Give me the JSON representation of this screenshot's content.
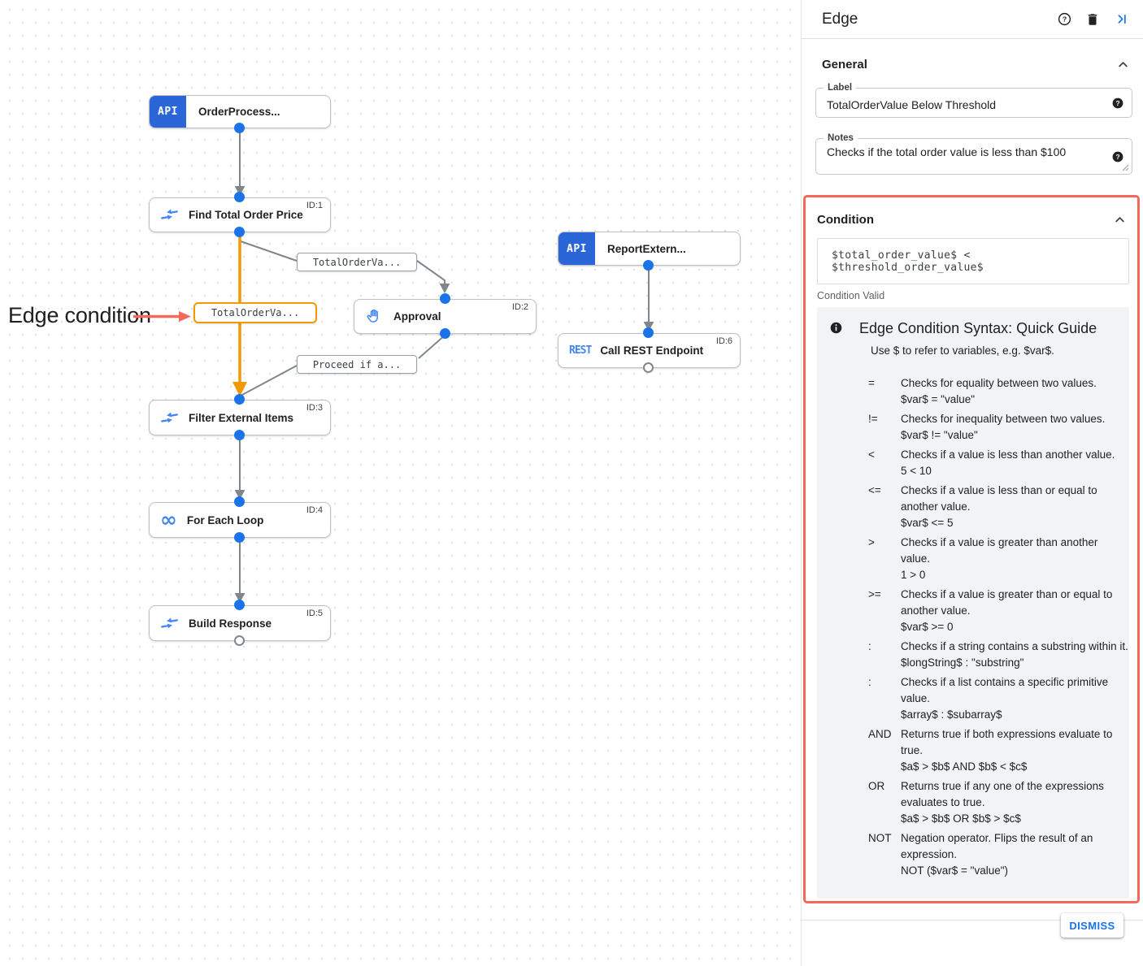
{
  "annotation": {
    "text": "Edge condition"
  },
  "canvas": {
    "nodes": [
      {
        "badge": "API",
        "label": "OrderProcess...",
        "icon": "api-badge"
      },
      {
        "label": "Find Total Order Price",
        "id": "ID:1",
        "icon": "data-mapping-icon"
      },
      {
        "badge": "API",
        "label": "ReportExtern...",
        "icon": "api-badge"
      },
      {
        "label": "Approval",
        "id": "ID:2",
        "icon": "hand-icon"
      },
      {
        "badge": "REST",
        "label": "Call REST Endpoint",
        "id": "ID:6",
        "icon": "rest-badge"
      },
      {
        "label": "Filter External Items",
        "id": "ID:3",
        "icon": "data-mapping-icon"
      },
      {
        "label": "For Each Loop",
        "id": "ID:4",
        "icon": "infinity-icon",
        "glyph": "∞"
      },
      {
        "label": "Build Response",
        "id": "ID:5",
        "icon": "data-mapping-icon"
      }
    ],
    "edge_labels": [
      {
        "text": "TotalOrderVa...",
        "selected": false
      },
      {
        "text": "TotalOrderVa...",
        "selected": true
      },
      {
        "text": "Proceed if a...",
        "selected": false
      }
    ]
  },
  "panel": {
    "title": "Edge",
    "general_section": "General",
    "label_field": {
      "label": "Label",
      "value": "TotalOrderValue Below Threshold"
    },
    "notes_field": {
      "label": "Notes",
      "value": "Checks if the total order value is less than $100"
    },
    "condition_section": "Condition",
    "condition_value": "$total_order_value$ < $threshold_order_value$",
    "condition_status": "Condition Valid",
    "guide": {
      "title": "Edge Condition Syntax: Quick Guide",
      "subtitle": "Use $ to refer to variables, e.g. $var$.",
      "rows": [
        {
          "op": "=",
          "desc": "Checks for equality between two values.",
          "example": "$var$ = \"value\""
        },
        {
          "op": "!=",
          "desc": "Checks for inequality between two values.",
          "example": "$var$ != \"value\""
        },
        {
          "op": "<",
          "desc": "Checks if a value is less than another value.",
          "example": "5 < 10"
        },
        {
          "op": "<=",
          "desc": "Checks if a value is less than or equal to another value.",
          "example": "$var$ <= 5"
        },
        {
          "op": ">",
          "desc": "Checks if a value is greater than another value.",
          "example": "1 > 0"
        },
        {
          "op": ">=",
          "desc": "Checks if a value is greater than or equal to another value.",
          "example": "$var$ >= 0"
        },
        {
          "op": ":",
          "desc": "Checks if a string contains a substring within it.",
          "example": "$longString$ : \"substring\""
        },
        {
          "op": ":",
          "desc": "Checks if a list contains a specific primitive value.",
          "example": "$array$ : $subarray$"
        },
        {
          "op": "AND",
          "desc": "Returns true if both expressions evaluate to true.",
          "example": "$a$ > $b$ AND $b$ < $c$"
        },
        {
          "op": "OR",
          "desc": "Returns true if any one of the expressions evaluates to true.",
          "example": "$a$ > $b$ OR $b$ > $c$"
        },
        {
          "op": "NOT",
          "desc": "Negation operator. Flips the result of an expression.",
          "example": "NOT ($var$ = \"value\")"
        }
      ]
    },
    "dismiss_label": "DISMISS"
  },
  "colors": {
    "accent_blue": "#1a73e8",
    "icon_blue": "#4285f4",
    "api_badge_blue": "#2b66d9",
    "edge_gray": "#80868b",
    "edge_orange": "#f29900",
    "highlight_red": "#f3695c",
    "guide_background": "#f1f3f4"
  }
}
